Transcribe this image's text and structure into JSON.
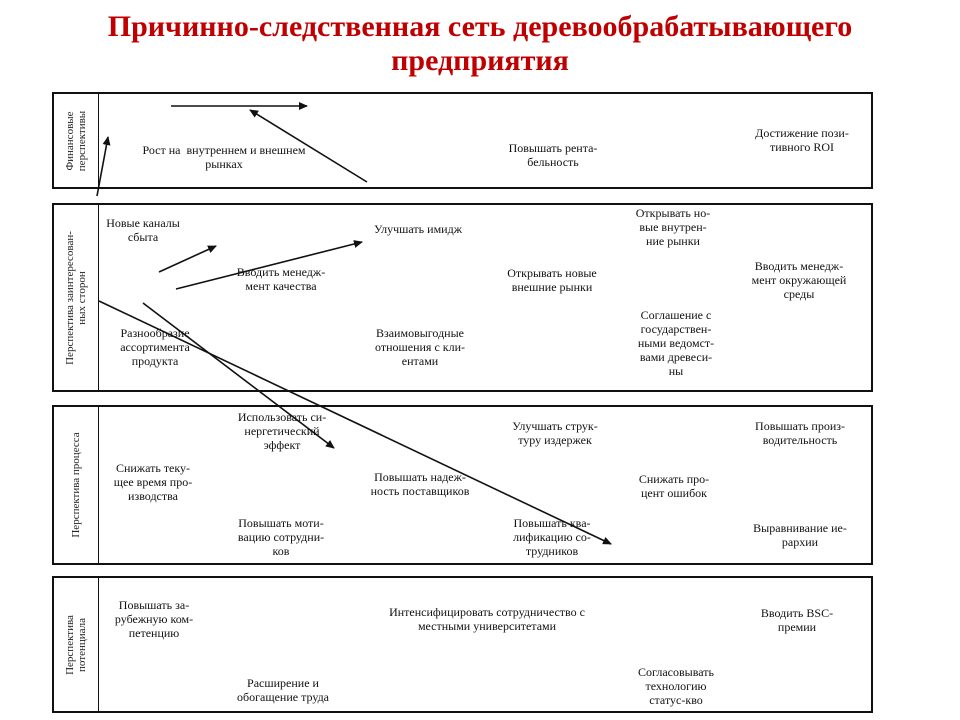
{
  "title_line1": "Причинно-следственная сеть деревообрабатывающего",
  "title_line2": "предприятия",
  "perspectives": [
    {
      "label": "Финансовые\nперспективы"
    },
    {
      "label": "Перспектива заинтересован-\nных сторон"
    },
    {
      "label": "Перспектива процесса"
    },
    {
      "label": "Перспектива\nпотенциала"
    }
  ],
  "nodes": {
    "fin_growth": "Рост на  внутреннем и внешнем\nрынках",
    "fin_profit": "Повышать рента-\nбельность",
    "fin_roi": "Достижение пози-\nтивного ROI",
    "st_channels": "Новые каналы\nсбыта",
    "st_image": "Улучшать имидж",
    "st_newmarkets": "Открывать но-\nвые внутрен-\nние рынки",
    "st_quality": "Вводить менедж-\nмент качества",
    "st_foreign": "Открывать новые\nвнешние рынки",
    "st_env": "Вводить менедж-\nмент окружающей\nсреды",
    "st_assort": "Разнообразие\nассортимента\nпродукта",
    "st_mutual": "Взаимовыгодные\nотношения с кли-\nентами",
    "st_agreement": "Соглашение с\nгосударствен-\nными ведомст-\nвами древеси-\nны",
    "pr_synergy": "Использовать си-\nнергетический\nэффект",
    "pr_coststruct": "Улучшать струк-\nтуру издержек",
    "pr_productivity": "Повышать произ-\nводительность",
    "pr_time": "Снижать теку-\nщее время про-\nизводства",
    "pr_suppliers": "Повышать надеж-\nность поставщиков",
    "pr_errors": "Снижать про-\nцент ошибок",
    "pr_motivation": "Повышать моти-\nвацию сотрудни-\nков",
    "pr_qualif": "Повышать ква-\nлификацию со-\nтрудников",
    "pr_hierarchy": "Выравнивание ие-\nрархии",
    "po_competence": "Повышать за-\nрубежную ком-\nпетенцию",
    "po_univ": "Интенсифицировать сотрудничество с\nместными университетами",
    "po_bsc": "Вводить BSC-\nпремии",
    "po_work": "Расширение и\nобогащение труда",
    "po_status": "Согласовывать\nтехнологию\nстатус-кво"
  }
}
